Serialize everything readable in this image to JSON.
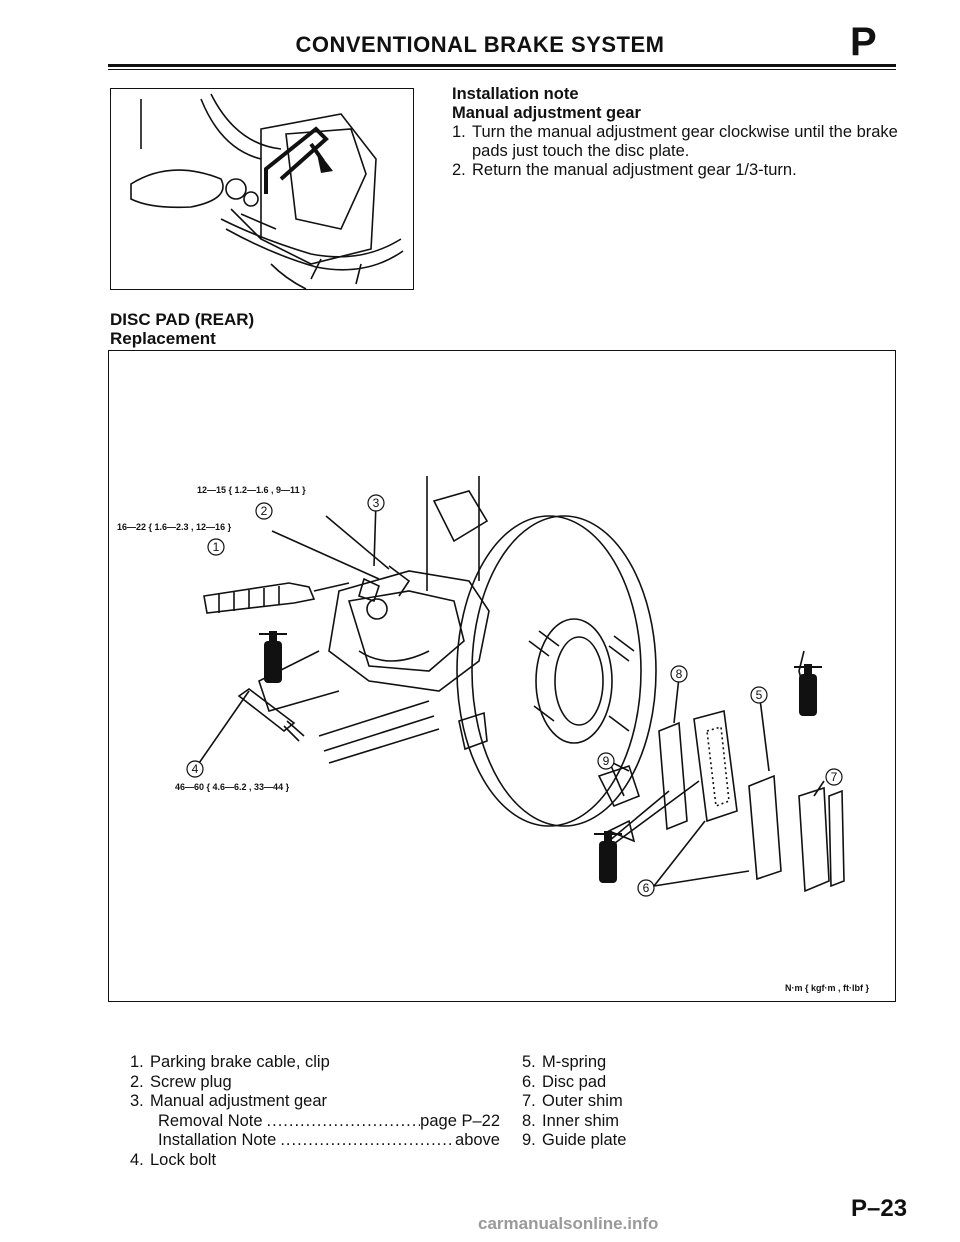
{
  "header": {
    "title": "CONVENTIONAL BRAKE SYSTEM",
    "section_letter": "P"
  },
  "installation": {
    "heading": "Installation note",
    "subheading": "Manual adjustment gear",
    "steps": [
      {
        "num": "1.",
        "text": "Turn the manual adjustment gear clockwise until the brake pads just touch the disc plate."
      },
      {
        "num": "2.",
        "text": "Return the manual adjustment gear 1/3-turn."
      }
    ]
  },
  "section": {
    "title": "DISC PAD (REAR)",
    "subtitle": "Replacement"
  },
  "figure": {
    "torque_2": "12—15 { 1.2—1.6 , 9—11 }",
    "torque_1": "16—22 { 1.6—2.3 , 12—16 }",
    "torque_4": "46—60 { 4.6—6.2 , 33—44 }",
    "units": "N·m { kgf·m , ft·lbf }",
    "grease_label": "GREASE",
    "callouts": [
      "1",
      "2",
      "3",
      "4",
      "5",
      "6",
      "7",
      "8",
      "9"
    ]
  },
  "legend": {
    "left": [
      {
        "num": "1.",
        "text": "Parking brake cable, clip"
      },
      {
        "num": "2.",
        "text": "Screw plug"
      },
      {
        "num": "3.",
        "text": "Manual adjustment gear"
      },
      {
        "sub": true,
        "label": "Removal Note",
        "ref": "page P–22"
      },
      {
        "sub": true,
        "label": "Installation Note",
        "ref": "above"
      },
      {
        "num": "4.",
        "text": "Lock bolt"
      }
    ],
    "right": [
      {
        "num": "5.",
        "text": "M-spring"
      },
      {
        "num": "6.",
        "text": "Disc pad"
      },
      {
        "num": "7.",
        "text": "Outer shim"
      },
      {
        "num": "8.",
        "text": "Inner shim"
      },
      {
        "num": "9.",
        "text": "Guide plate"
      }
    ]
  },
  "footer": {
    "page_number": "P–23",
    "watermark": "carmanualsonline.info"
  }
}
